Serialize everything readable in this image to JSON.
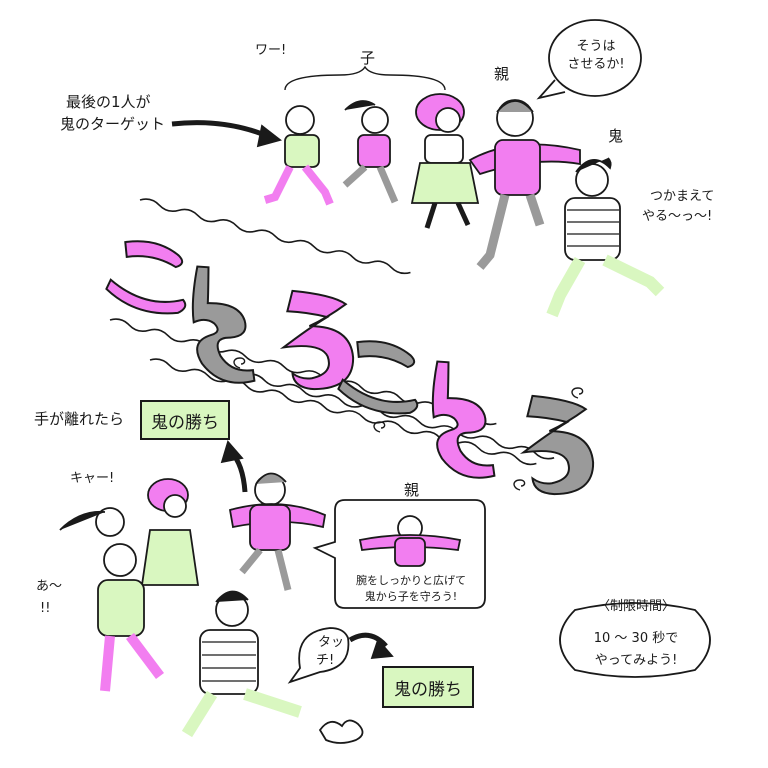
{
  "colors": {
    "pink": "#f27ef0",
    "green": "#d9f7c0",
    "gray": "#9a9a9a",
    "ink": "#1a1a1a"
  },
  "title": {
    "chars": [
      "こ",
      "と",
      "ろ",
      "こ",
      "と",
      "ろ"
    ],
    "char_colors": [
      "#f27ef0",
      "#9a9a9a",
      "#f27ef0",
      "#9a9a9a",
      "#f27ef0",
      "#9a9a9a"
    ]
  },
  "top_scene": {
    "label_target": [
      "最後の1人が",
      "鬼のターゲット"
    ],
    "label_children": "子",
    "label_parent": "親",
    "label_oni": "鬼",
    "shout_wa": "ワー!",
    "parent_bubble": [
      "そうは",
      "させるか!"
    ],
    "oni_speech": [
      "つかまえて",
      "やる〜っ〜!"
    ]
  },
  "bottom_scene": {
    "label_hands": "手が離れたら",
    "oni_win_1": "鬼の勝ち",
    "shout_kya": "キャー!",
    "shout_aa": [
      "あ〜",
      "!!"
    ],
    "parent_box_title": "親",
    "parent_box_text": [
      "腕をしっかりと広げて",
      "鬼から子を守ろう!"
    ],
    "touch": [
      "タッ",
      "チ!"
    ],
    "oni_win_2": "鬼の勝ち"
  },
  "time_note": {
    "title": "〈制限時間〉",
    "line1": "10 〜 30 秒で",
    "line2": "やってみよう!"
  }
}
